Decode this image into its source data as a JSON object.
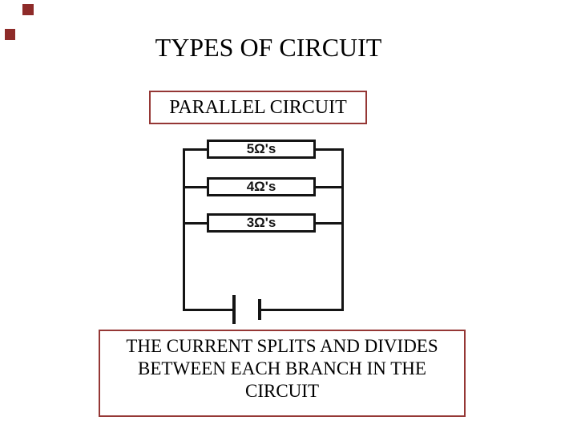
{
  "slide": {
    "title": "TYPES OF CIRCUIT",
    "label_box": {
      "text": "PARALLEL CIRCUIT"
    },
    "circuit": {
      "type": "parallel",
      "resistors": [
        {
          "label": "5Ω's"
        },
        {
          "label": "4Ω's"
        },
        {
          "label": "3Ω's"
        }
      ],
      "battery": "battery-cell-symbol"
    },
    "caption": {
      "line1": "THE CURRENT SPLITS AND DIVIDES",
      "line2": "BETWEEN EACH BRANCH IN THE",
      "line3": "CIRCUIT"
    },
    "colors": {
      "box_border_red": "#953735",
      "decor_square_red": "#8e2b29",
      "wire_black": "#141414"
    }
  }
}
